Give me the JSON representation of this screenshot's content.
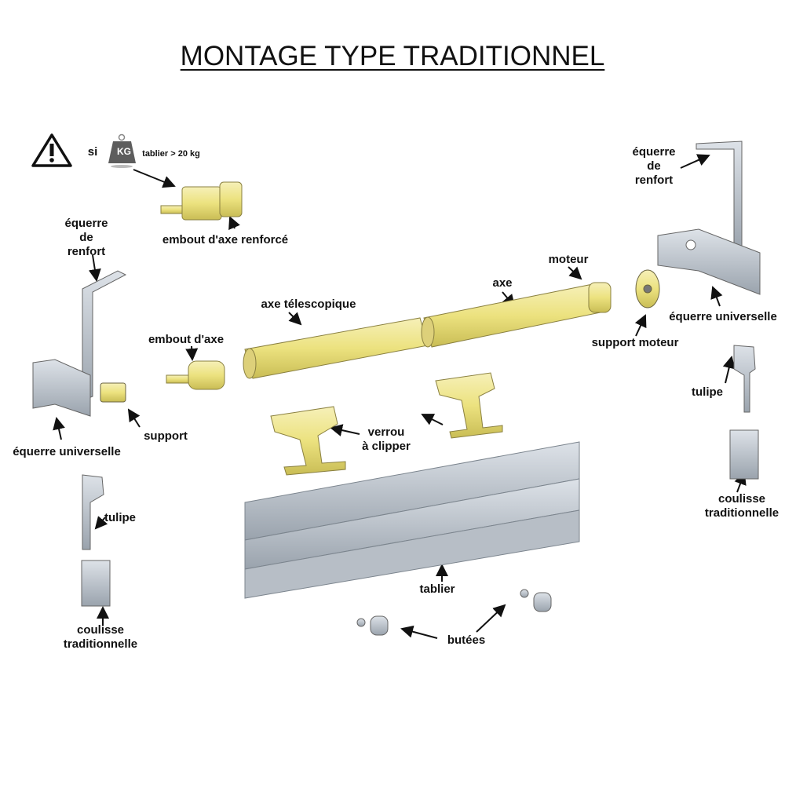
{
  "title": "MONTAGE TYPE TRADITIONNEL",
  "warning": {
    "icon": "warning-triangle-icon",
    "si": "si",
    "weight_icon_text": "KG",
    "condition": "tablier > 20 kg"
  },
  "labels": {
    "embout_renforce": "embout d'axe renforcé",
    "equerre_renfort_left": [
      "équerre",
      "de",
      "renfort"
    ],
    "equerre_renfort_right": [
      "équerre",
      "de",
      "renfort"
    ],
    "axe_telescopique": "axe télescopique",
    "embout_axe": "embout d'axe",
    "axe": "axe",
    "moteur": "moteur",
    "equerre_universelle_right": "équerre universelle",
    "support_moteur": "support moteur",
    "tulipe_right": "tulipe",
    "support": "support",
    "verrou": [
      "verrou",
      "à clipper"
    ],
    "equerre_universelle_left": "équerre universelle",
    "coulisse_right": [
      "coulisse",
      "traditionnelle"
    ],
    "tulipe_left": "tulipe",
    "tablier": "tablier",
    "butees": "butées",
    "coulisse_left": [
      "coulisse",
      "traditionnelle"
    ]
  },
  "colors": {
    "part_yellow": "#efe59a",
    "part_gray": "#b9c0c8",
    "outline": "#6b6b50"
  }
}
